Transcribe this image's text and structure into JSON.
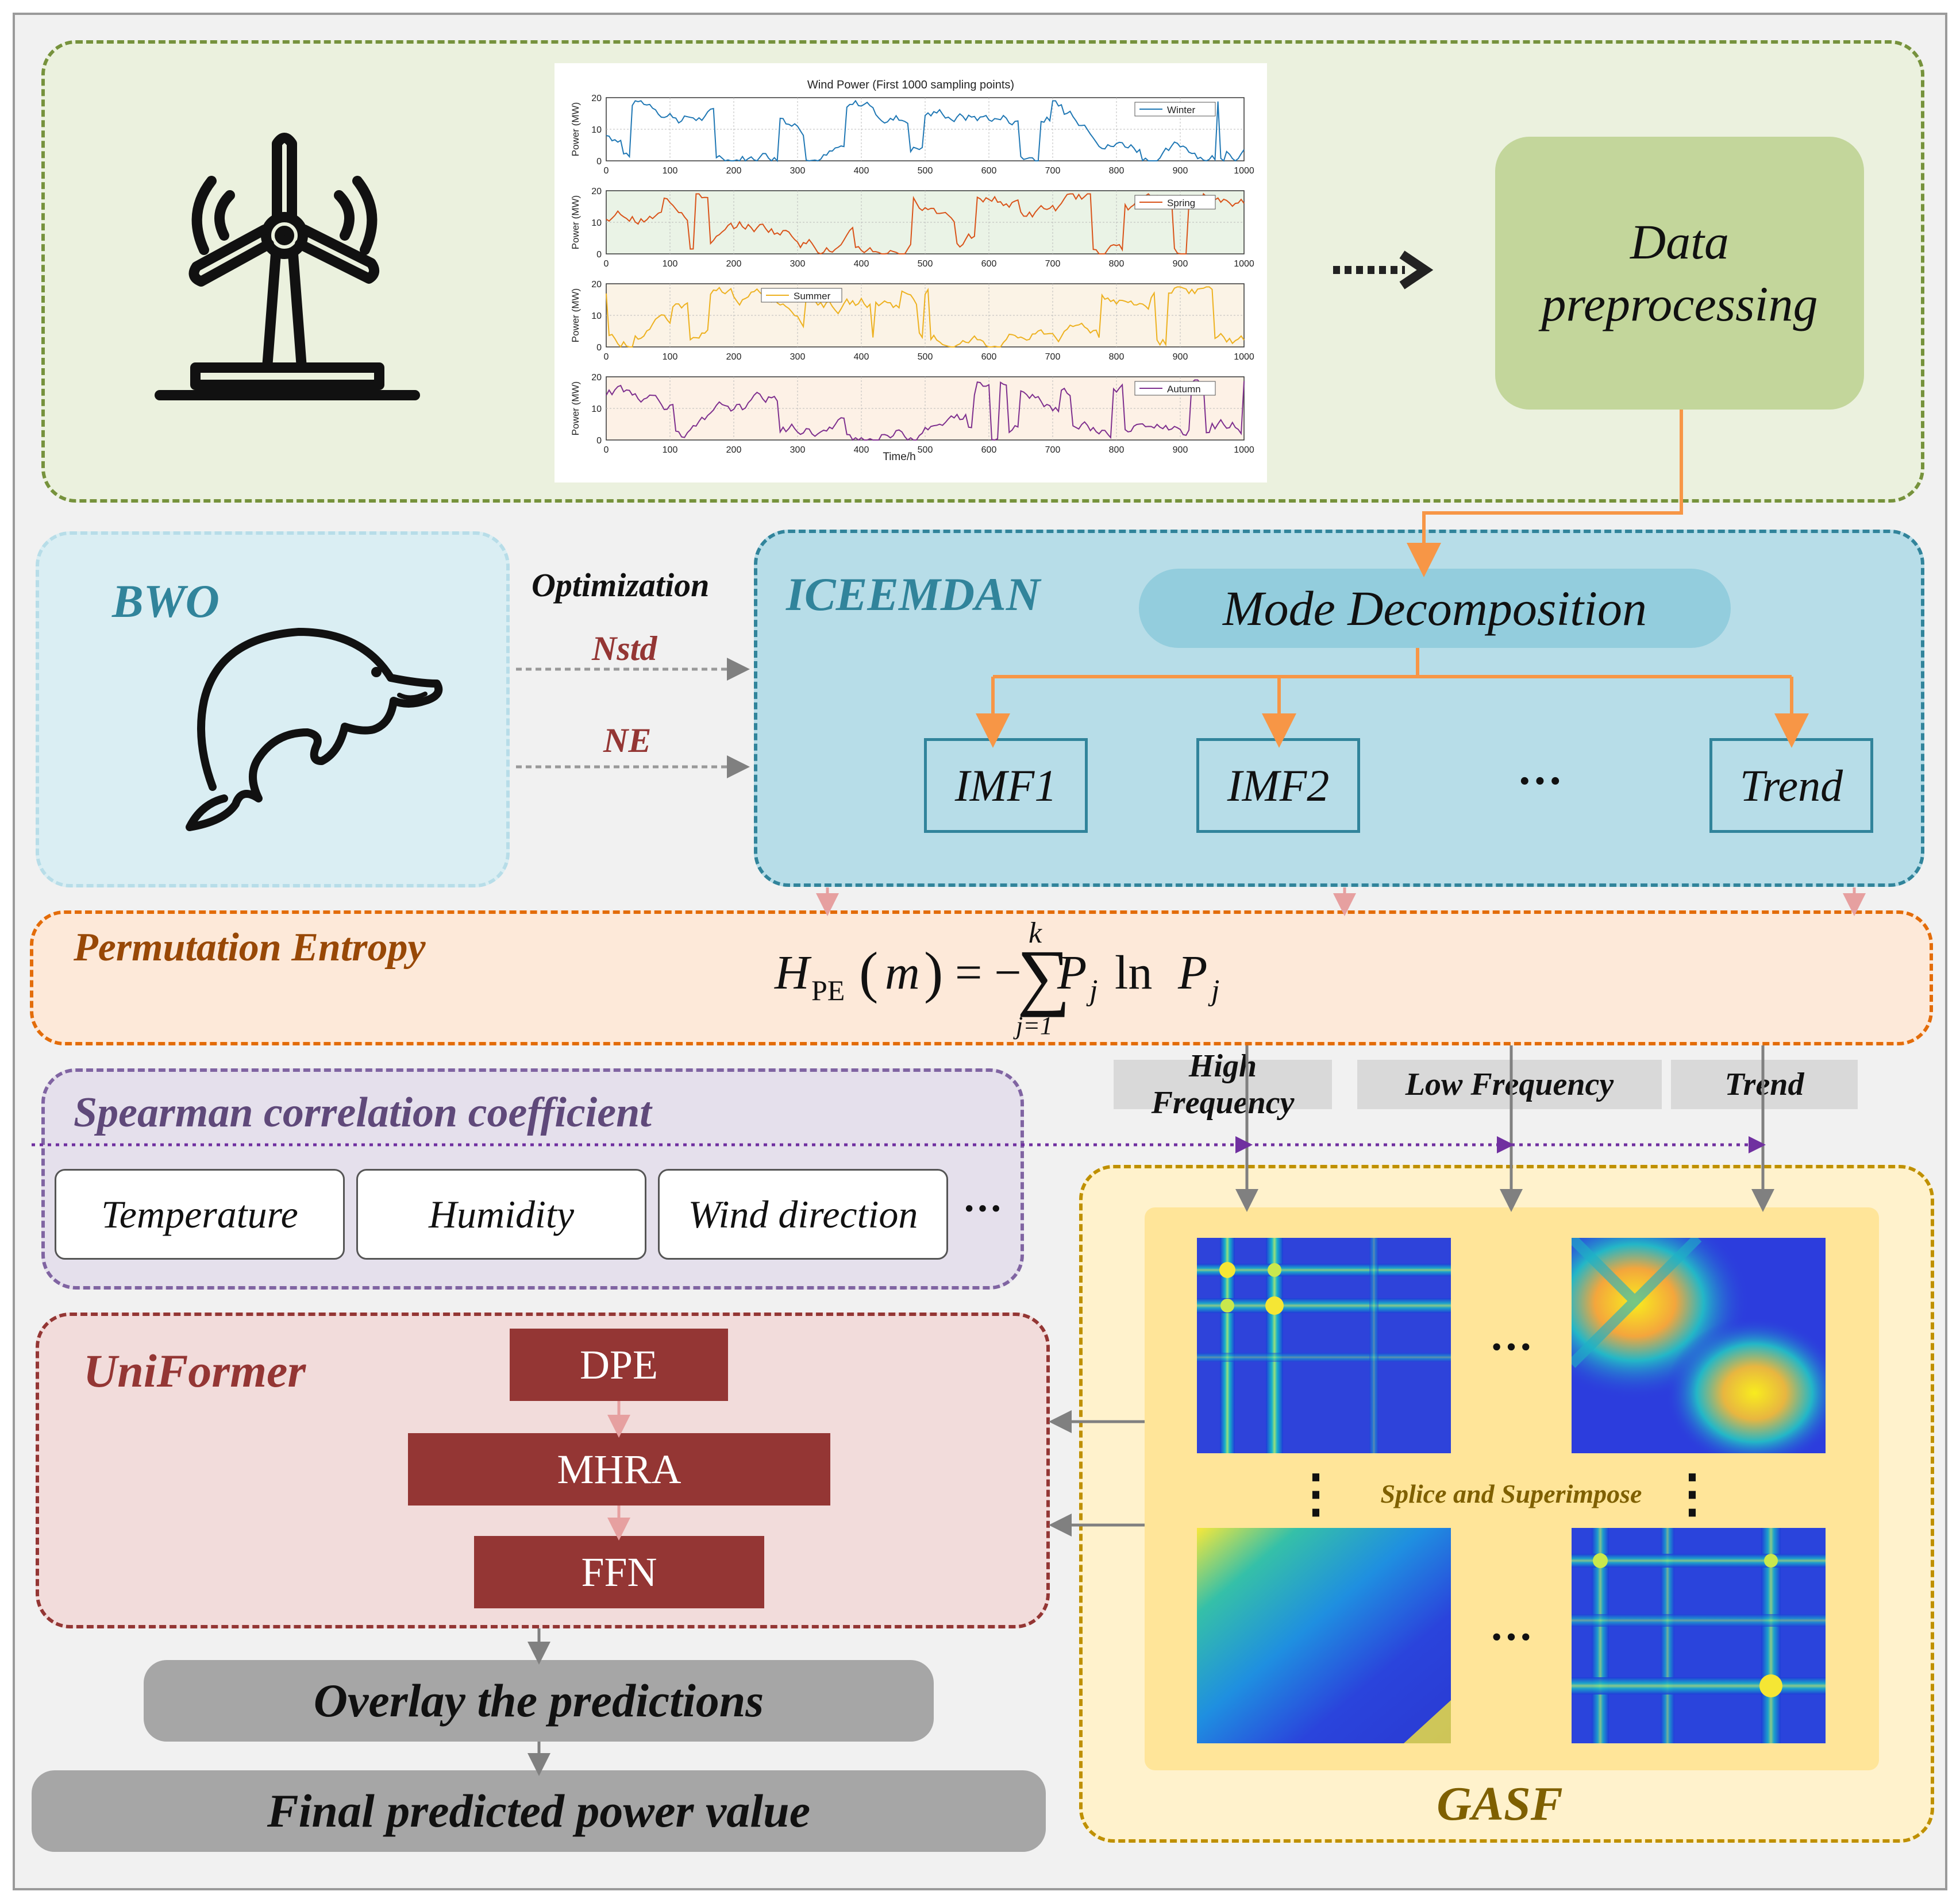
{
  "top": {
    "mini_chart": {
      "title": "Wind Power (First 1000 sampling points)",
      "ylabel": "Power (MW)",
      "xlabel": "Time/h",
      "yticks": [
        "0",
        "10",
        "20"
      ],
      "xticks": [
        "0",
        "100",
        "200",
        "300",
        "400",
        "500",
        "600",
        "700",
        "800",
        "900",
        "1000"
      ],
      "series": [
        {
          "name": "Winter",
          "color": "#1f77b4"
        },
        {
          "name": "Spring",
          "color": "#d95319"
        },
        {
          "name": "Summer",
          "color": "#edb120"
        },
        {
          "name": "Autumn",
          "color": "#7e2f8e"
        }
      ]
    },
    "preprocess_line1": "Data",
    "preprocess_line2": "preprocessing"
  },
  "bwo": {
    "title": "BWO",
    "opt_label": "Optimization",
    "param1": "Nstd",
    "param2": "NE"
  },
  "iceemdan": {
    "title": "ICEEMDAN",
    "mode": "Mode Decomposition",
    "imf1": "IMF1",
    "imf2": "IMF2",
    "dots": "···",
    "trend": "Trend"
  },
  "pe": {
    "title": "Permutation Entropy",
    "formula": {
      "H": "H",
      "sub_pe": "PE",
      "open": "(",
      "m": "m",
      "close": ")",
      "eq": "= −",
      "sigma": "∑",
      "top": "k",
      "bottom": "j=1",
      "P": "P",
      "j": "j",
      "ln": "ln",
      "P2": "P",
      "j2": "j"
    }
  },
  "freq": {
    "high": "High Frequency",
    "low": "Low Frequency",
    "trend": "Trend"
  },
  "spearman": {
    "title": "Spearman correlation coefficient",
    "items": [
      "Temperature",
      "Humidity",
      "Wind direction"
    ],
    "dots": "···"
  },
  "uniformer": {
    "title": "UniFormer",
    "dpe": "DPE",
    "mhra": "MHRA",
    "ffn": "FFN"
  },
  "gasf": {
    "title": "GASF",
    "splice": "Splice and Superimpose",
    "dots_h": "···",
    "dots_v": "⋮"
  },
  "outputs": {
    "overlay": "Overlay the predictions",
    "final": "Final predicted power value"
  },
  "colors": {
    "green_border": "#76923c",
    "blue_border": "#31849b",
    "orange_border": "#e36c09",
    "purple_border": "#8064a2",
    "red_border": "#943634",
    "gold_border": "#b8860b"
  }
}
